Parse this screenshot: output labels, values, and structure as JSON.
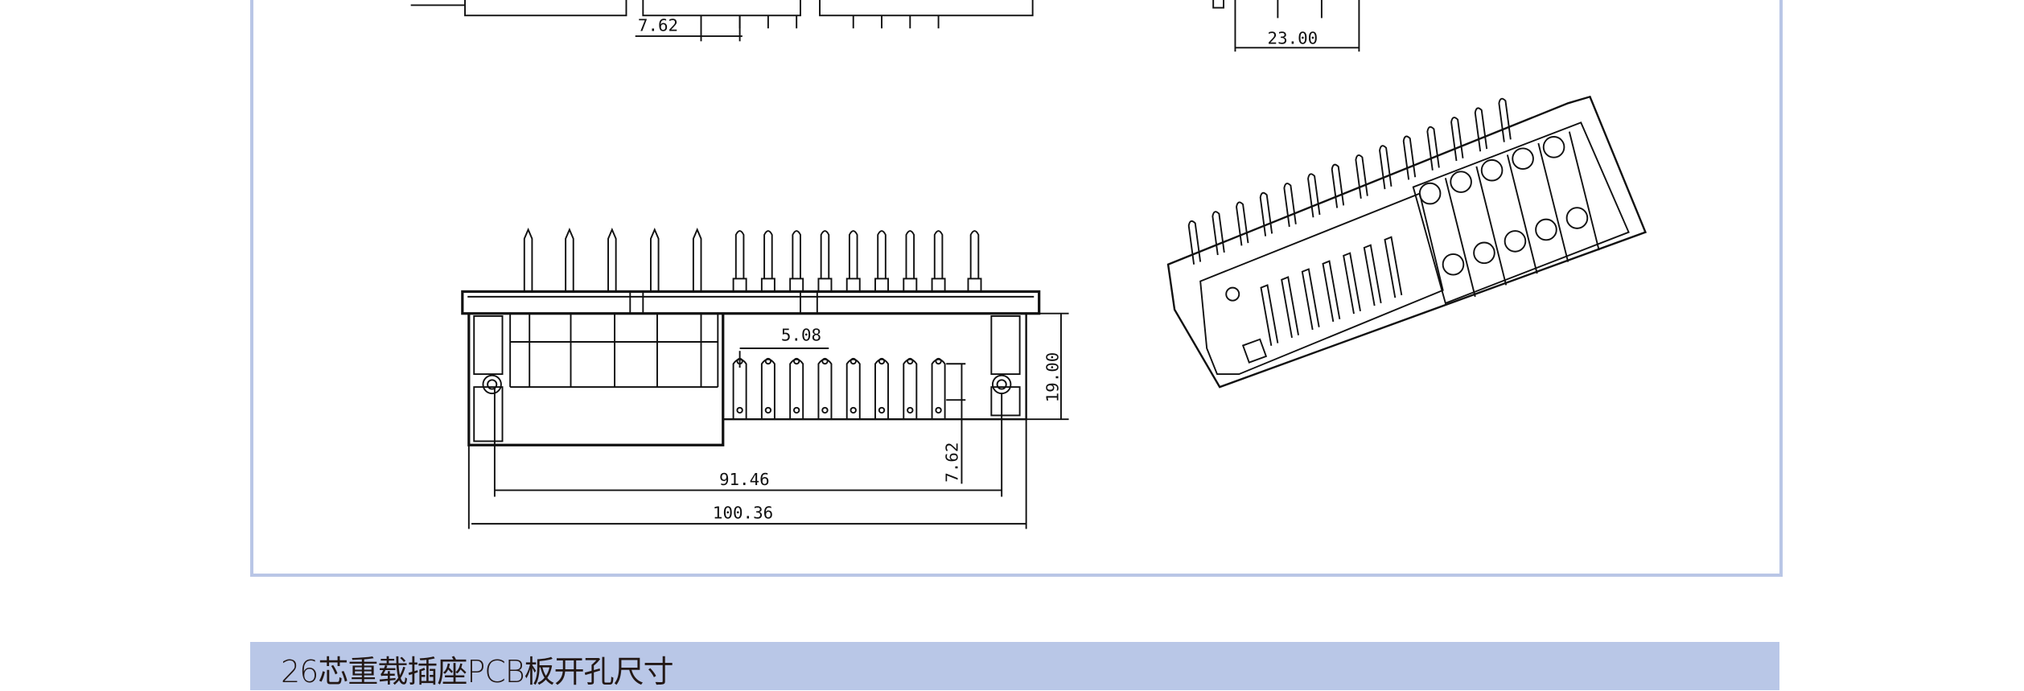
{
  "drawing": {
    "top_view": {
      "pitch_label": "7.62",
      "depth_label": "23.00"
    },
    "front_view": {
      "pin_pitch_label": "5.08",
      "height_label": "19.00",
      "row_offset_label": "7.62",
      "hole_spacing_label": "91.46",
      "overall_width_label": "100.36"
    }
  },
  "section_header": {
    "title": "26芯重载插座PCB板开孔尺寸"
  },
  "colors": {
    "panel_border": "#b9c6e6",
    "header_bg": "#b9c7e7",
    "header_text": "#231815"
  }
}
